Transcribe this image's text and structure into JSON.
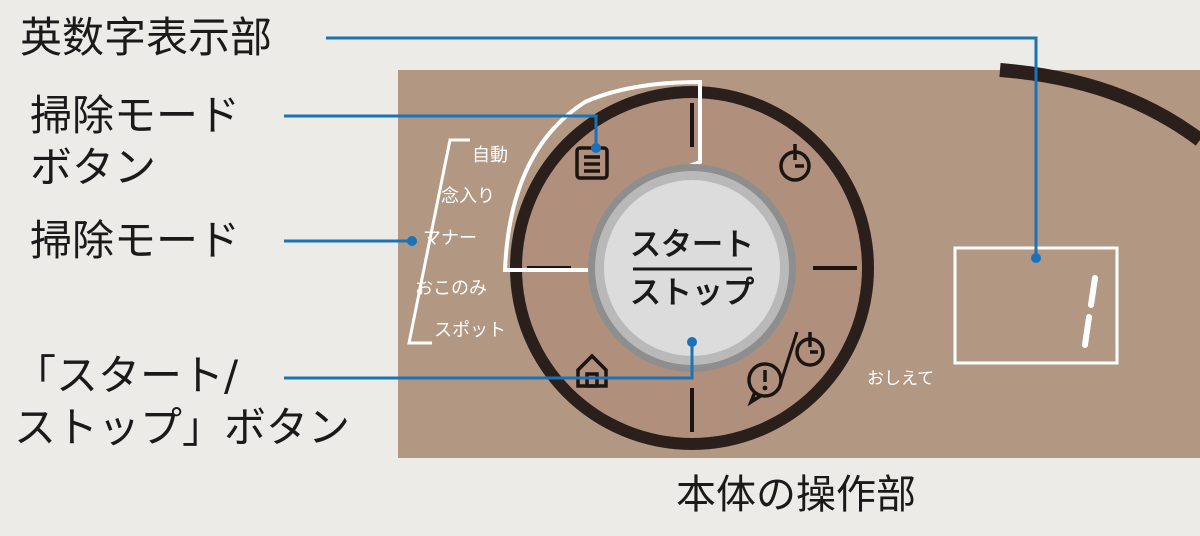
{
  "callouts": {
    "display": "英数字表示部",
    "mode_button": [
      "掃除モード",
      "ボタン"
    ],
    "modes": "掃除モード",
    "start_stop_button": [
      "「スタート/",
      "ストップ」ボタン"
    ]
  },
  "panel": {
    "caption": "本体の操作部",
    "mode_list": [
      "自動",
      "念入り",
      "マナー",
      "おこのみ",
      "スポット"
    ],
    "start_stop": {
      "top": "スタート",
      "bottom": "ストップ"
    },
    "help_label": "おしえて",
    "display_digit": "1"
  },
  "colors": {
    "background": "#ecebe8",
    "panel": "#b29883",
    "dial_ring": "#2a1f1b",
    "dial": "#b0907d",
    "leader_line": "#1a73b8"
  },
  "icons": [
    "list-icon",
    "timer-icon",
    "home-icon",
    "alert-speech-icon",
    "timer-off-icon"
  ]
}
